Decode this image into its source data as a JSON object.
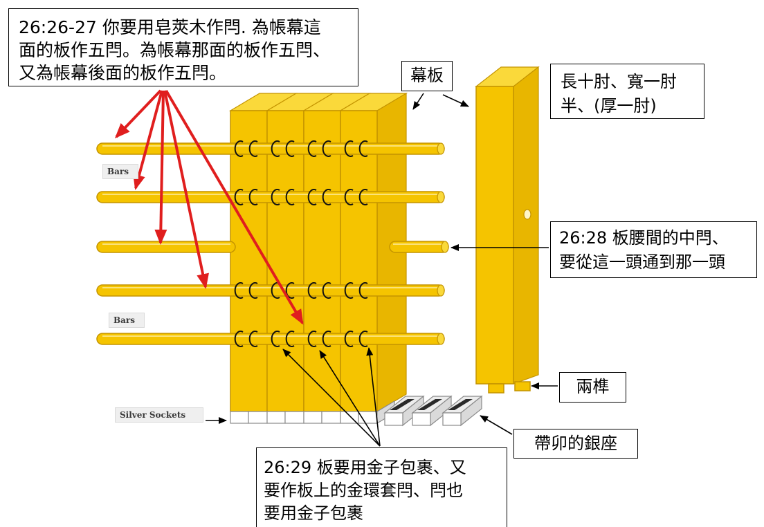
{
  "colors": {
    "gold": "#F5C400",
    "gold_light": "#FAD93A",
    "gold_side": "#E8B600",
    "gold_dark": "#C49400",
    "arrow_red": "#E01E1E"
  },
  "callouts": {
    "verse_26_27": [
      "26:26-27 你要用皂莢木作閂. 為帳幕這",
      "面的板作五閂。為帳幕那面的板作五閂、",
      "又為帳幕後面的板作五閂。"
    ],
    "boards": "幕板",
    "dimensions": [
      "長十肘、寬一肘",
      "半、(厚一肘)"
    ],
    "verse_26_28": [
      "26:28 板腰間的中閂、",
      "要從這一頭通到那一頭"
    ],
    "tenons": "兩榫",
    "sockets": "帶卯的銀座",
    "verse_26_29": [
      "26:29 板要用金子包裹、又",
      "要作板上的金環套閂、閂也",
      "要用金子包裹"
    ]
  },
  "figure_labels": {
    "bars_upper": "Bars",
    "bars_lower": "Bars",
    "silver_sockets": "Silver Sockets"
  }
}
